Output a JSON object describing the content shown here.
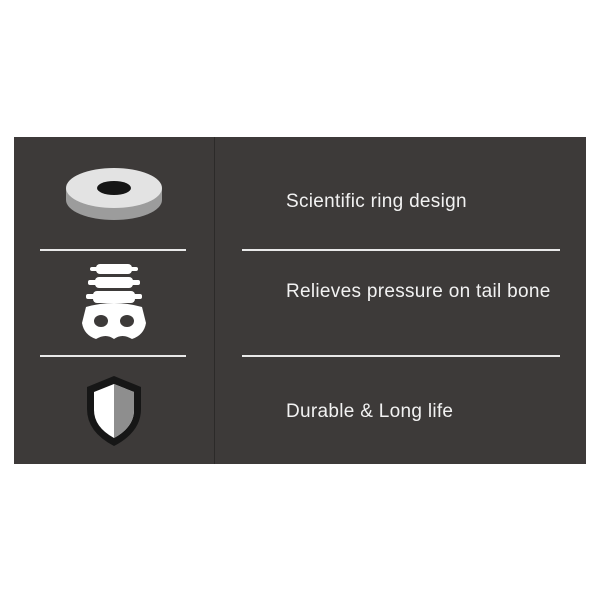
{
  "features": [
    {
      "text": "Scientific ring design",
      "icon": "ring-cushion-icon"
    },
    {
      "text": "Relieves pressure on tail bone",
      "icon": "spine-icon"
    },
    {
      "text": "Durable & Long life",
      "icon": "shield-icon"
    }
  ],
  "colors": {
    "panel_background": "#3d3a39",
    "divider": "#e9e9e9",
    "text": "#f2f2f2"
  }
}
